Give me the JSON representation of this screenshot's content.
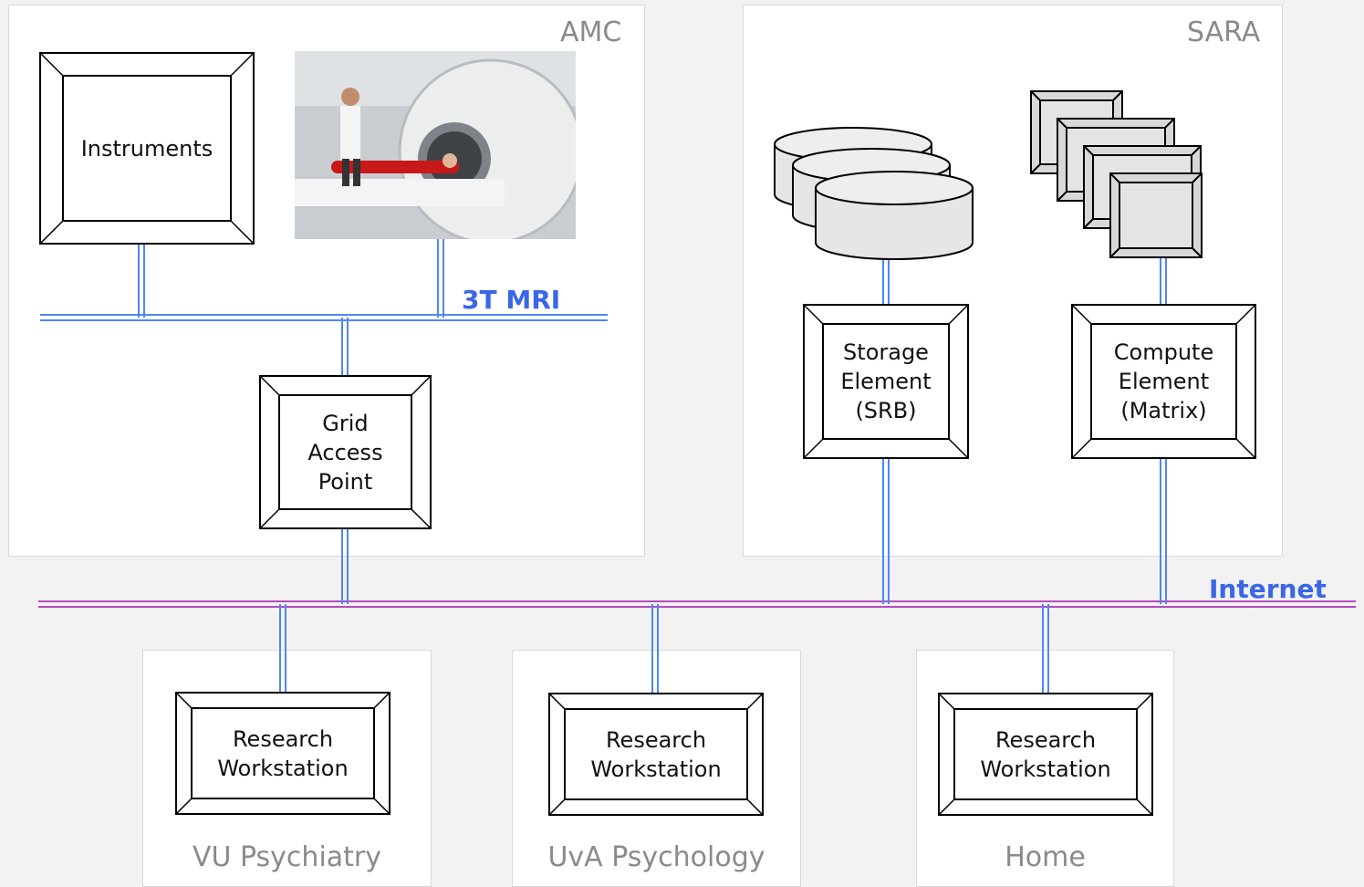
{
  "regions": {
    "amc": {
      "title": "AMC"
    },
    "sara": {
      "title": "SARA"
    },
    "vu": {
      "title": "VU Psychiatry"
    },
    "uva": {
      "title": "UvA Psychology"
    },
    "home": {
      "title": "Home"
    }
  },
  "nodes": {
    "instruments": "Instruments",
    "grid_access_point": "Grid\nAccess\nPoint",
    "storage_element": "Storage\nElement\n(SRB)",
    "compute_element": "Compute\nElement\n(Matrix)",
    "workstation_vu": "Research\nWorkstation",
    "workstation_uva": "Research\nWorkstation",
    "workstation_home": "Research\nWorkstation"
  },
  "networks": {
    "mri_net": "3T MRI",
    "internet": "Internet"
  },
  "colors": {
    "link": "#4f86f7",
    "internet_line": "#b34bbf",
    "net_label": "#3a66e8",
    "region_title": "#8a8a8a"
  }
}
